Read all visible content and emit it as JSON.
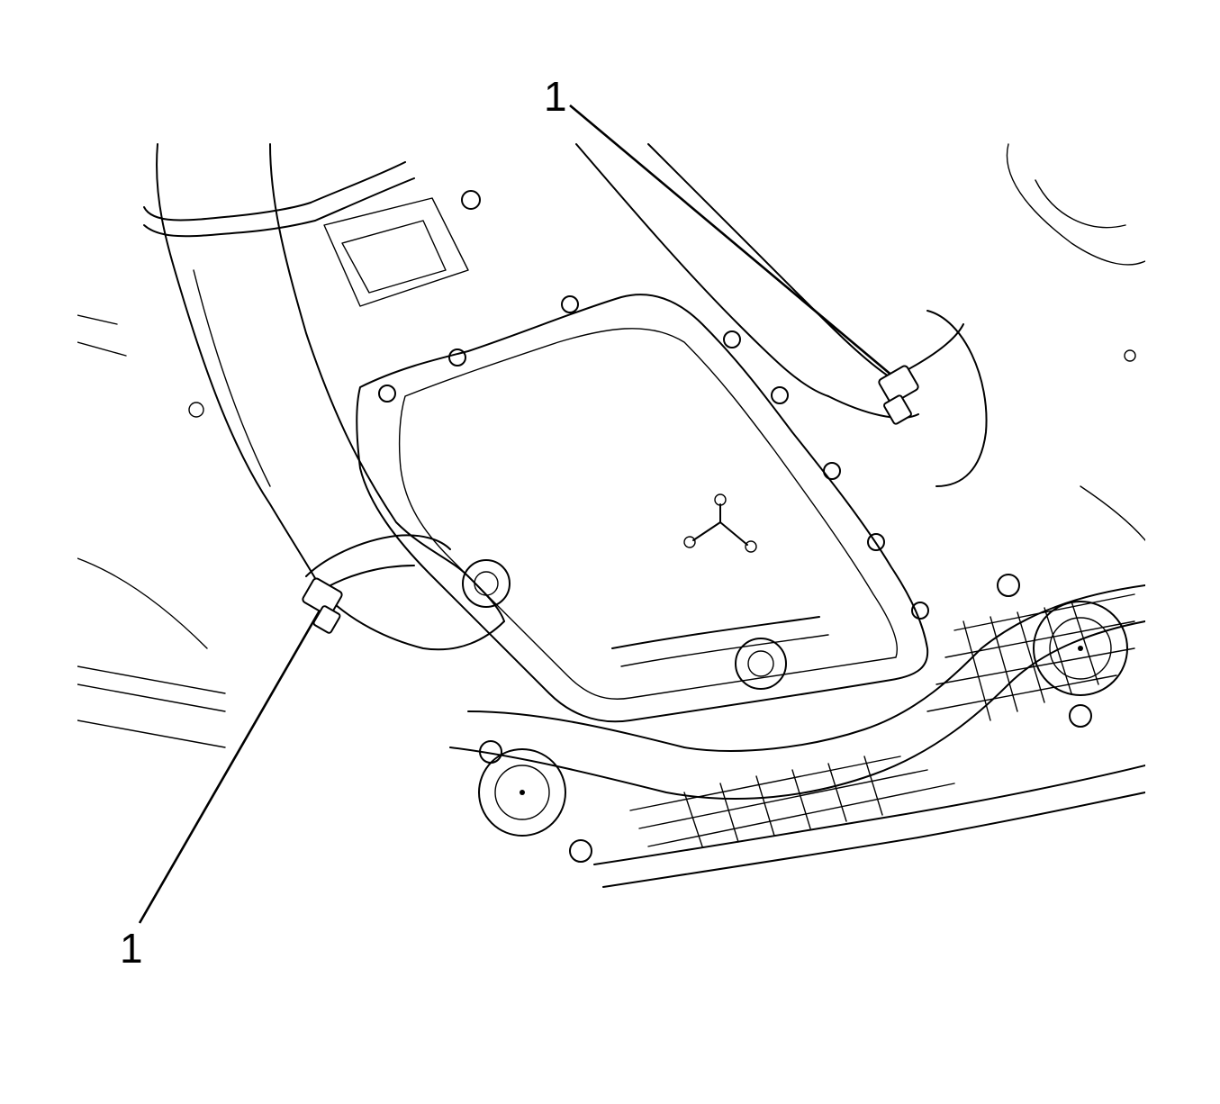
{
  "callouts": [
    {
      "id": "top",
      "label": "1"
    },
    {
      "id": "bottom",
      "label": "1"
    }
  ],
  "colors": {
    "line": "#000000",
    "background": "#ffffff"
  },
  "icons": [
    "bolt-icon",
    "clamp-icon"
  ]
}
